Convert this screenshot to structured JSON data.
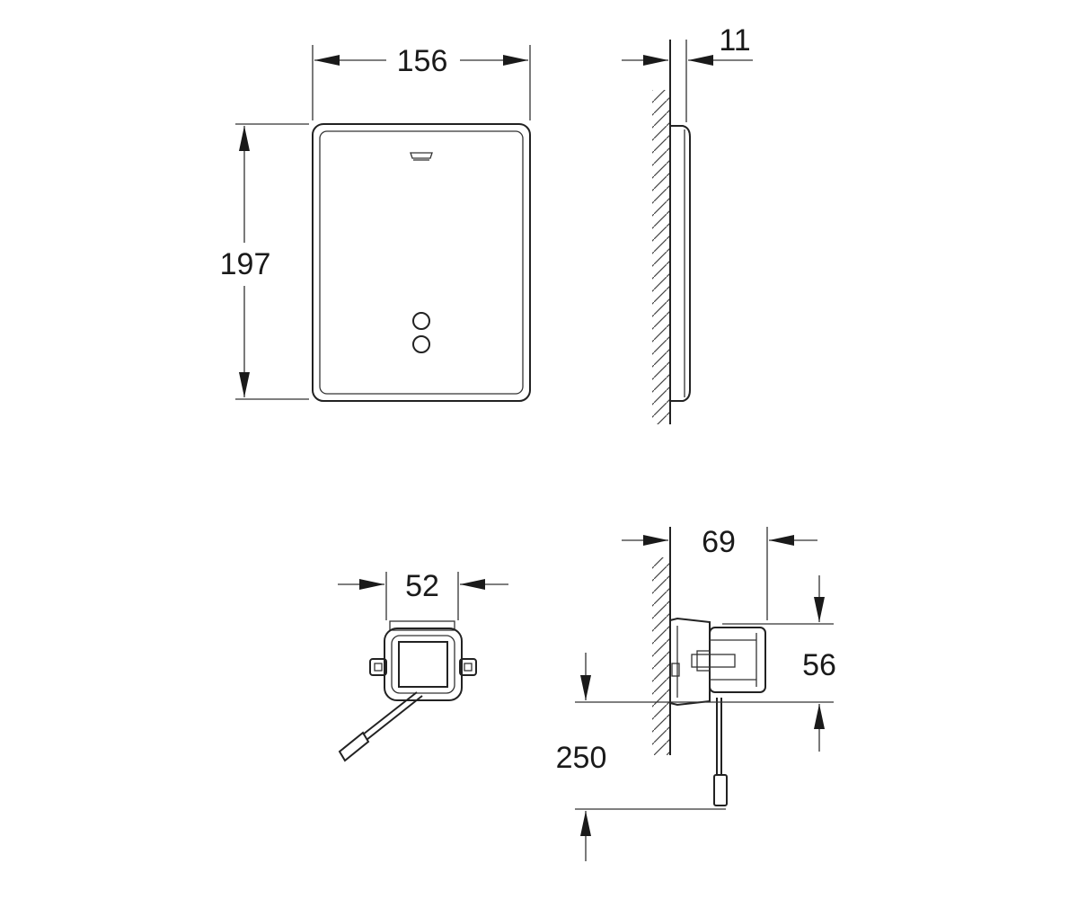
{
  "dimensions": {
    "cover_width": "156",
    "cover_height": "197",
    "cover_depth": "11",
    "box_width": "52",
    "box_depth": "69",
    "box_height": "56",
    "cable_length": "250"
  }
}
